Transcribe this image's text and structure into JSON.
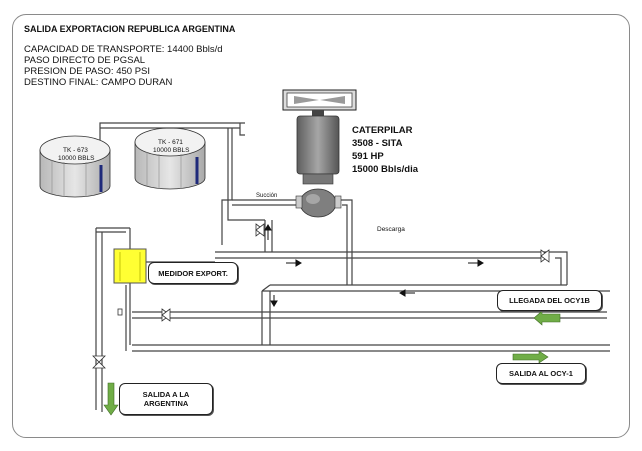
{
  "header": {
    "title": "SALIDA EXPORTACION REPUBLICA ARGENTINA",
    "specs": [
      "CAPACIDAD DE TRANSPORTE: 14400 Bbls/d",
      "PASO DIRECTO DE PGSAL",
      "PRESION DE PASO: 450 PSI",
      "DESTINO FINAL: CAMPO DURAN"
    ]
  },
  "tanks": [
    {
      "name": "TK - 673",
      "capacity": "10000 BBLS"
    },
    {
      "name": "TK - 671",
      "capacity": "10000 BBLS"
    }
  ],
  "pump": {
    "lines": [
      "CATERPILAR",
      "3508 - SITA",
      "591 HP",
      "15000 Bbls/dia"
    ],
    "suction_label": "Succión",
    "discharge_label": "Descarga"
  },
  "labels": {
    "meter": "MEDIDOR EXPORT.",
    "arrival": "LLEGADA DEL OCY1B",
    "exit_ocy": "SALIDA AL OCY-1",
    "exit_arg": "SALIDA A LA ARGENTINA"
  },
  "colors": {
    "tank_top": "#f2f2f2",
    "tank_body": "#d9d9d9",
    "meter": "#ffff33",
    "arrow_green": "#70ad47",
    "motor": "#7f7f7f"
  }
}
